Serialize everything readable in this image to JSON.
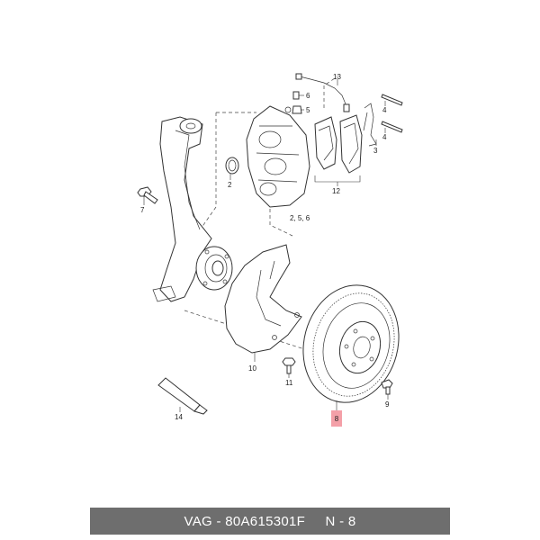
{
  "diagram": {
    "callouts": {
      "c2": "2",
      "c3": "3",
      "c4": "4",
      "c5": "5",
      "c6": "6",
      "c7": "7",
      "c8": "8",
      "c9": "9",
      "c10": "10",
      "c11": "11",
      "c12": "12",
      "c13": "13",
      "c14": "14",
      "c256": "2, 5, 6"
    },
    "highlight_color": "#f4a0a8"
  },
  "footer": {
    "part_number": "VAG - 80A615301F",
    "position": "N - 8"
  }
}
